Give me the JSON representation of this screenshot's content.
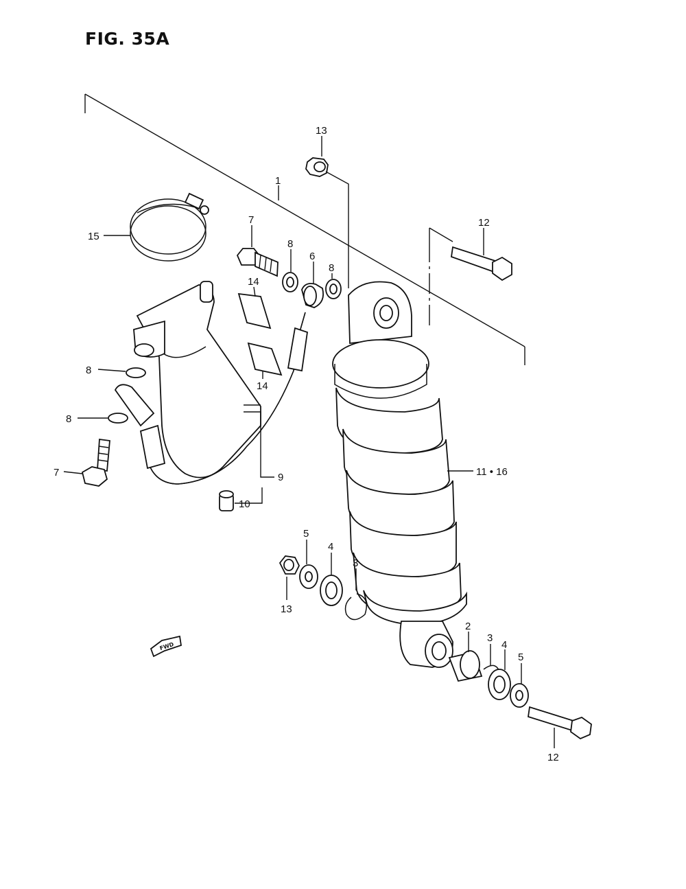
{
  "figure": {
    "title": "FIG. 35A"
  },
  "callouts": {
    "c1": "1",
    "c2": "2",
    "c3a": "3",
    "c3b": "3",
    "c4a": "4",
    "c4b": "4",
    "c5a": "5",
    "c5b": "5",
    "c6": "6",
    "c7a": "7",
    "c7b": "7",
    "c8a": "8",
    "c8b": "8",
    "c8c": "8",
    "c8d": "8",
    "c9": "9",
    "c10": "10",
    "c11_16": "11 • 16",
    "c12a": "12",
    "c12b": "12",
    "c13a": "13",
    "c13b": "13",
    "c14a": "14",
    "c14b": "14",
    "c15": "15"
  },
  "fwd_label": "FWD"
}
